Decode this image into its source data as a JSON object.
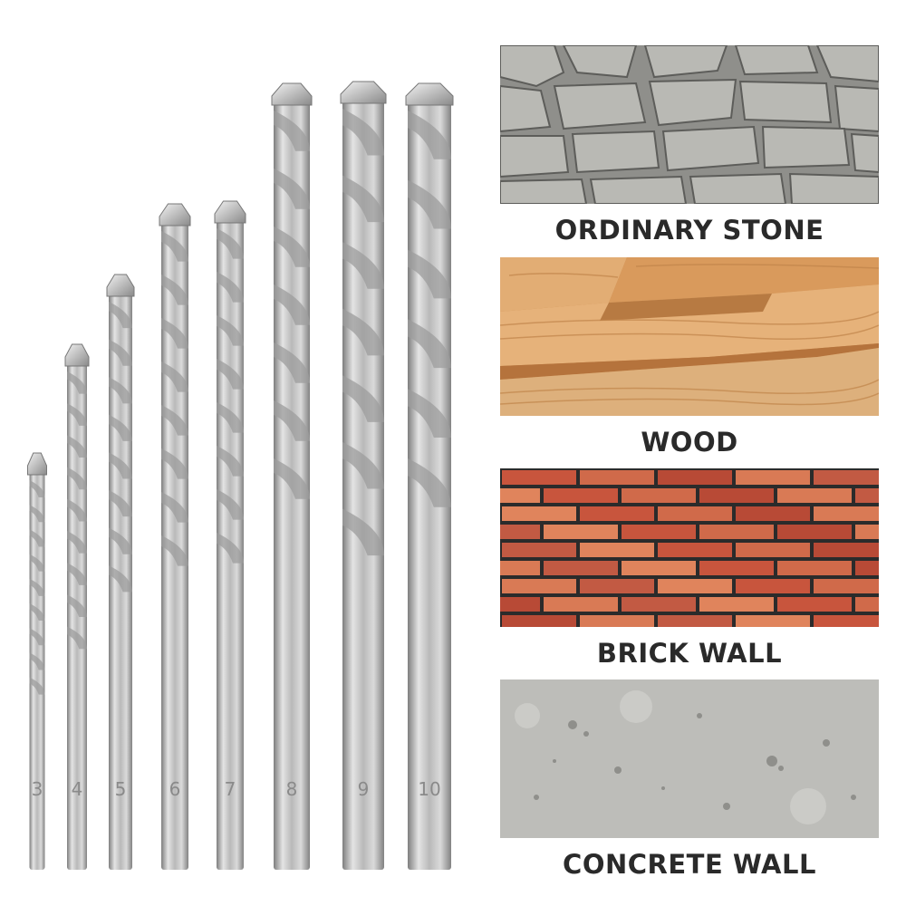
{
  "bits": [
    {
      "size_label": "3"
    },
    {
      "size_label": "4"
    },
    {
      "size_label": "5"
    },
    {
      "size_label": "6"
    },
    {
      "size_label": "7"
    },
    {
      "size_label": "8"
    },
    {
      "size_label": "9"
    },
    {
      "size_label": "10"
    }
  ],
  "materials": [
    {
      "label": "ORDINARY STONE"
    },
    {
      "label": "WOOD"
    },
    {
      "label": "BRICK WALL"
    },
    {
      "label": "CONCRETE WALL"
    }
  ],
  "colors": {
    "steel_light": "#d6d6d6",
    "steel_dark": "#8e8e8e",
    "label_text": "#2a2a2a",
    "brick": "#c8553d",
    "mortar": "#2b2b2b",
    "wood": "#d9a064",
    "stone": "#9a9a96",
    "concrete": "#bdbdb9"
  }
}
